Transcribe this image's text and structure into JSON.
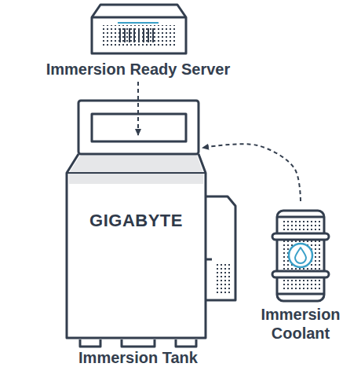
{
  "diagram": {
    "nodes": [
      {
        "text": [
          "Immersion Ready Server"
        ]
      },
      {
        "text": [
          "GIGABYTE",
          "Immersion Tank"
        ]
      },
      {
        "text": [
          "Immersion Coolant"
        ]
      }
    ],
    "edges": [
      {
        "from": 0,
        "to": 1,
        "arrow": "to"
      },
      {
        "from": 2,
        "to": 1,
        "arrow": "to"
      }
    ]
  }
}
